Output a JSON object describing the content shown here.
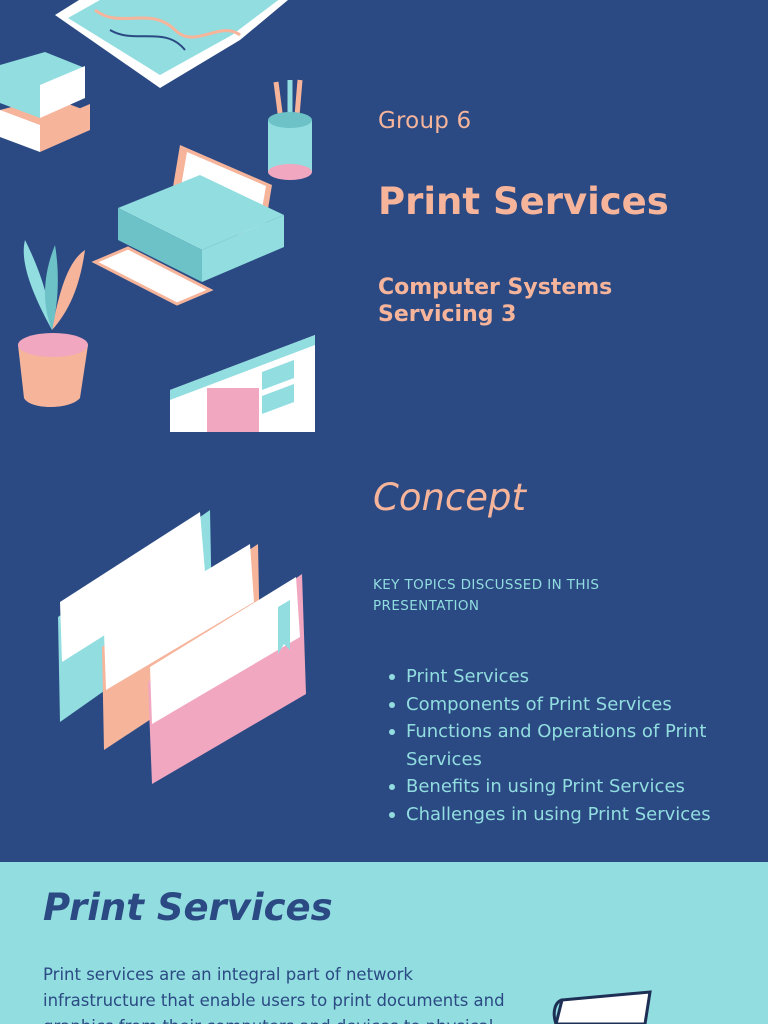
{
  "colors": {
    "navy": "#2b4a83",
    "salmon": "#f6b49b",
    "aqua": "#91dde0",
    "pink": "#f2a7c0"
  },
  "slide1": {
    "group_label": "Group 6",
    "title": "Print Services",
    "subtitle": "Computer Systems Servicing 3",
    "illustration_icons": [
      "map-icon",
      "books-icon",
      "pencil-cup-icon",
      "printer-icon",
      "plant-icon",
      "browser-window-icon"
    ]
  },
  "slide2": {
    "title": "Concept",
    "key_topics_heading": "KEY TOPICS DISCUSSED IN THIS PRESENTATION",
    "topics": [
      "Print Services",
      "Components of Print Services",
      "Functions and Operations of Print Services",
      "Benefits in using Print Services",
      "Challenges in using Print Services"
    ],
    "illustration_icons": [
      "folders-icon"
    ]
  },
  "slide3": {
    "title": "Print Services",
    "body": "Print services are an integral part of network infrastructure that enable users to print documents and graphics from their computers and devices to physical",
    "illustration_icons": [
      "paper-icon"
    ]
  }
}
